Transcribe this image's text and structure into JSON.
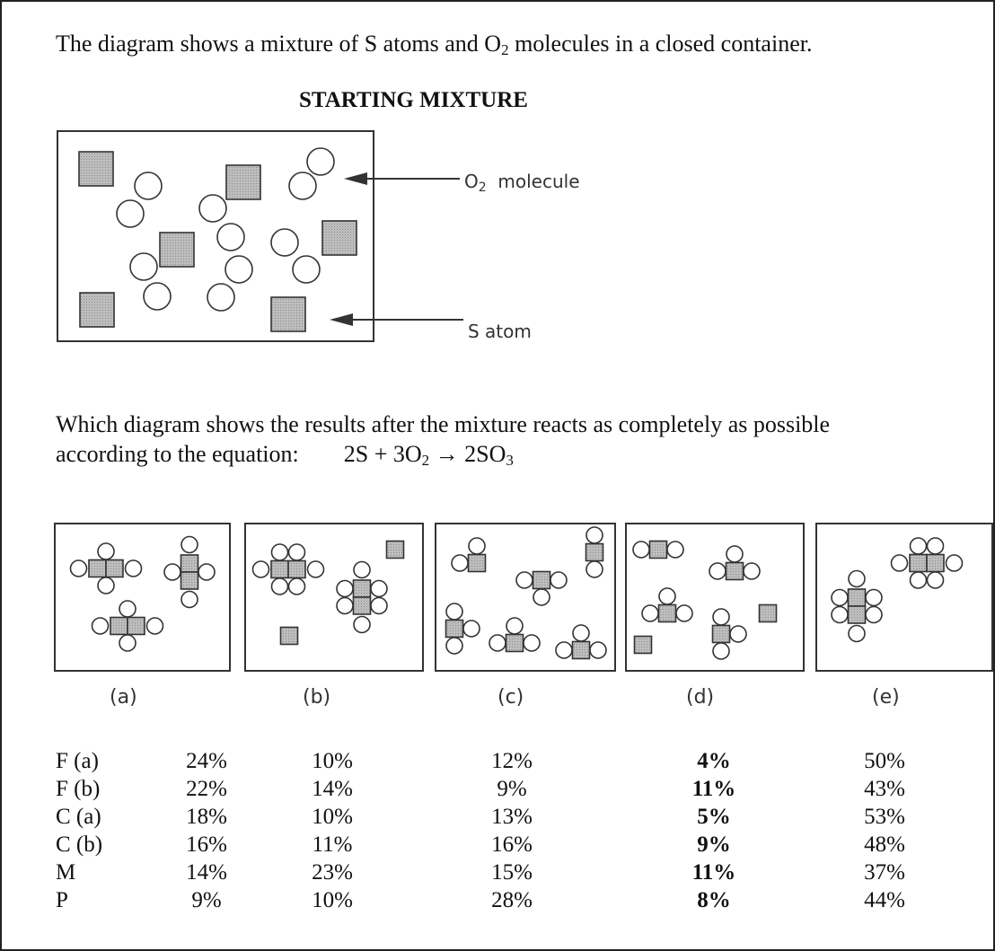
{
  "intro": {
    "pre": "The diagram shows a mixture of S atoms and O",
    "sub": "2",
    "post": " molecules in a closed container."
  },
  "starting_title": "STARTING MIXTURE",
  "labels": {
    "o2_main": "O",
    "o2_sub": "2",
    "o2_word": "molecule",
    "s_atom": "S  atom"
  },
  "question": {
    "line1": "Which diagram shows the results after the mixture reacts as completely as possible",
    "line2": "according to the equation:",
    "eq_a": "2S + 3O",
    "eq_sub1": "2",
    "eq_b": " → 2SO",
    "eq_sub2": "3"
  },
  "options": [
    "(a)",
    "(b)",
    "(c)",
    "(d)",
    "(e)"
  ],
  "results": [
    {
      "label": "F (a)",
      "values": [
        "24%",
        "10%",
        "12%",
        "4%",
        "50%"
      ]
    },
    {
      "label": "F (b)",
      "values": [
        "22%",
        "14%",
        "9%",
        "11%",
        "43%"
      ]
    },
    {
      "label": "C (a)",
      "values": [
        "18%",
        "10%",
        "13%",
        "5%",
        "53%"
      ]
    },
    {
      "label": "C (b)",
      "values": [
        "16%",
        "11%",
        "16%",
        "9%",
        "48%"
      ]
    },
    {
      "label": "M",
      "values": [
        "14%",
        "23%",
        "15%",
        "11%",
        "37%"
      ]
    },
    {
      "label": "P",
      "values": [
        "9%",
        "10%",
        "28%",
        "8%",
        "44%"
      ]
    }
  ],
  "colors": {
    "atom_fill": "#b5b5b5",
    "stroke": "#333333"
  }
}
